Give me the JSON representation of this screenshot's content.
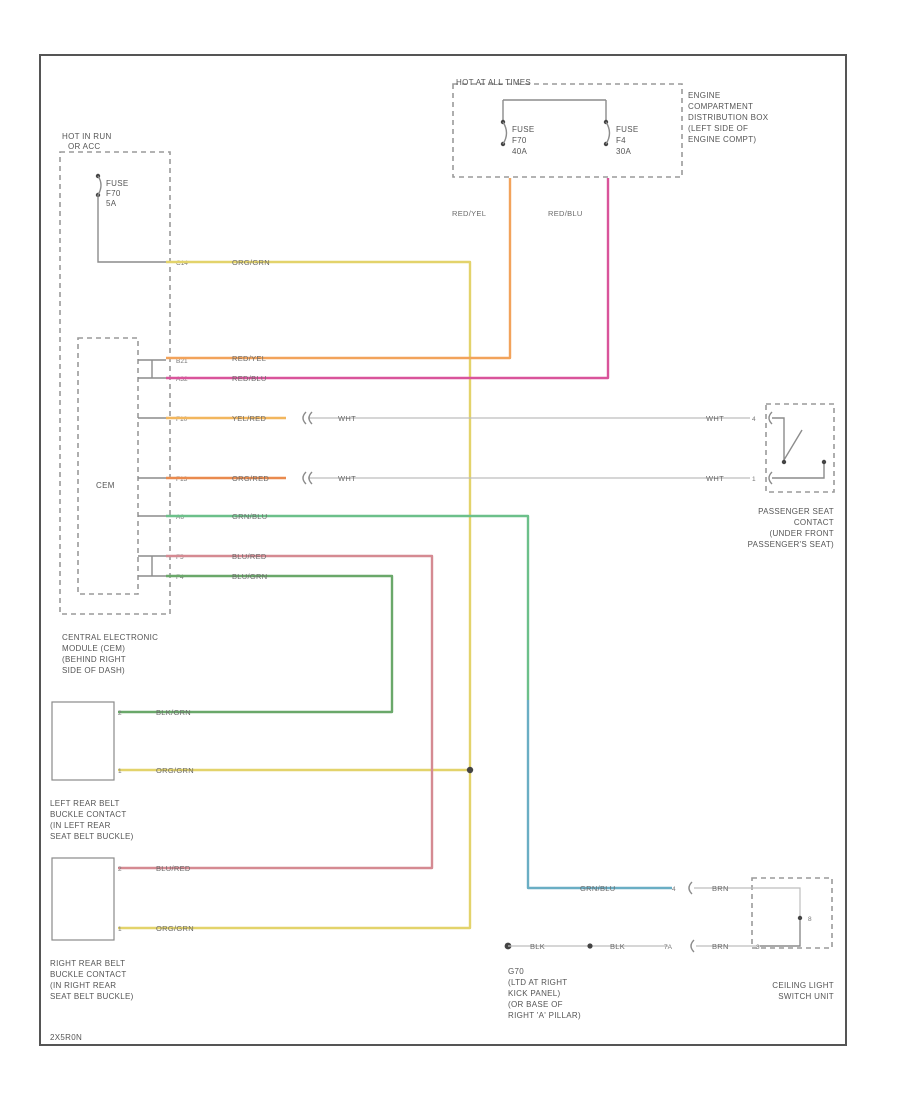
{
  "colors": {
    "frame": "#555555",
    "wire_yel_org": "#e3d36b",
    "wire_red_yel": "#f2a35b",
    "wire_red_blu": "#d9549b",
    "wire_grn_blu_green": "#6cc08a",
    "wire_grn_blu_blue": "#6aaec4",
    "wire_blu_red": "#d58a92",
    "wire_blu_grn": "#6aa86a",
    "wire_gray": "#8c8c8c"
  },
  "labels": {
    "hot_in_run": "HOT IN RUN",
    "hot_in_run_sub": "OR ACC",
    "fuse_small_a": "FUSE",
    "fuse_small_b": "F70",
    "fuse_small_c": "5A",
    "hot_at_all_times": "HOT AT ALL TIMES",
    "fuse1_a": "FUSE",
    "fuse1_b": "F70",
    "fuse1_c": "40A",
    "fuse2_a": "FUSE",
    "fuse2_b": "F4",
    "fuse2_c": "30A",
    "engine_box_1": "ENGINE",
    "engine_box_2": "COMPARTMENT",
    "engine_box_3": "DISTRIBUTION BOX",
    "engine_box_4": "(LEFT SIDE OF",
    "engine_box_5": "ENGINE COMPT)",
    "cem": "CEM",
    "cem_desc_1": "CENTRAL ELECTRONIC",
    "cem_desc_2": "MODULE (CEM)",
    "cem_desc_3": "(BEHIND RIGHT",
    "cem_desc_4": "SIDE OF DASH)",
    "pass_seat_1": "PASSENGER SEAT",
    "pass_seat_2": "CONTACT",
    "pass_seat_3": "(UNDER FRONT",
    "pass_seat_4": "PASSENGER'S SEAT)",
    "left_rear_1": "LEFT REAR BELT",
    "left_rear_2": "BUCKLE CONTACT",
    "left_rear_3": "(IN LEFT REAR",
    "left_rear_4": "SEAT BELT BUCKLE)",
    "right_rear_1": "RIGHT REAR BELT",
    "right_rear_2": "BUCKLE CONTACT",
    "right_rear_3": "(IN RIGHT REAR",
    "right_rear_4": "SEAT BELT BUCKLE)",
    "ground_1": "G70",
    "ground_2": "(LTD AT RIGHT",
    "ground_3": "KICK PANEL)",
    "ground_4": "(OR BASE OF",
    "ground_5": "RIGHT 'A' PILLAR)",
    "ceiling_1": "CEILING LIGHT",
    "ceiling_2": "SWITCH UNIT",
    "diagram_id": "2X5R0N"
  },
  "wires": {
    "w_red_yel_top": "RED/YEL",
    "w_red_blu_top": "RED/BLU",
    "w_org_grn": "ORG/GRN",
    "w_red_yel": "RED/YEL",
    "w_red_blu": "RED/BLU",
    "w_yel_red": "YEL/RED",
    "w_wht1": "WHT",
    "w_org_red": "ORG/RED",
    "w_wht2": "WHT",
    "w_grn_blu": "GRN/BLU",
    "w_blu_red": "BLU/RED",
    "w_blu_grn": "BLU/GRN",
    "w_wht_r1": "WHT",
    "w_wht_r2": "WHT",
    "w_blk_grn_left": "BLK/GRN",
    "w_org_grn_left": "ORG/GRN",
    "w_blu_red_right": "BLU/RED",
    "w_org_grn_right": "ORG/GRN",
    "w_grn_blu_bottom": "GRN/BLU",
    "w_brn_top": "BRN",
    "w_blk": "BLK",
    "w_blk2": "BLK",
    "w_brn_bottom": "BRN"
  },
  "pins": {
    "p_c14": "C14",
    "p_b21": "B21",
    "p_a32": "A32",
    "p_f10": "F10",
    "p_f13": "F13",
    "p_a6": "A6",
    "p_f5": "F5",
    "p_f4": "F4",
    "p_lr2": "2",
    "p_lr1": "1",
    "p_rr2": "2",
    "p_rr1": "1",
    "p_ps4": "4",
    "p_ps1": "1",
    "p_cl4": "4",
    "p_cl3": "3",
    "p_cl8": "8",
    "p_7a": "7A"
  }
}
